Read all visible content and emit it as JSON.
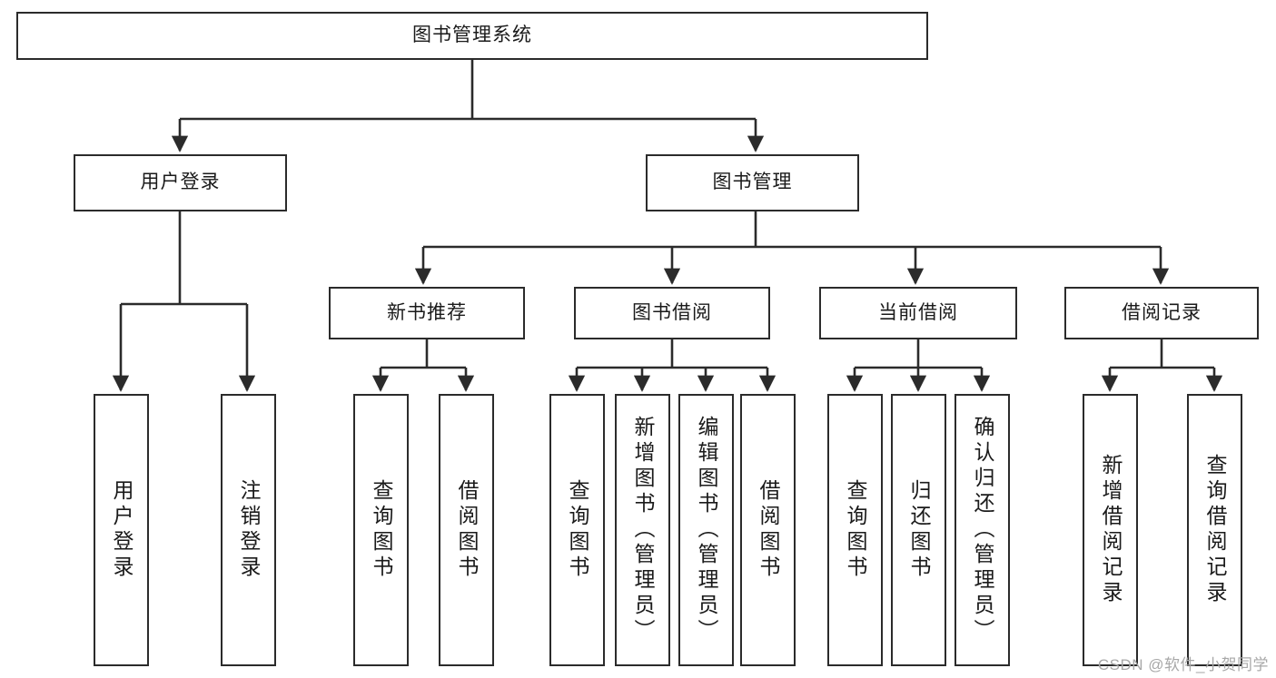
{
  "diagram": {
    "title": "图书管理系统",
    "type": "tree",
    "colors": {
      "box_border": "#2b2b2b",
      "box_fill": "#ffffff",
      "connector": "#2b2b2b",
      "text": "#1a1a1a",
      "watermark": "#a8a8a8",
      "background": "#ffffff"
    },
    "watermark": "CSDN @软件_小贺同学"
  },
  "nodes": {
    "root": {
      "label": "图书管理系统"
    },
    "level2": [
      {
        "id": "user-login",
        "label": "用户登录"
      },
      {
        "id": "book-manage",
        "label": "图书管理"
      }
    ],
    "level3": [
      {
        "id": "new-book-recommend",
        "label": "新书推荐"
      },
      {
        "id": "book-borrow",
        "label": "图书借阅"
      },
      {
        "id": "current-borrow",
        "label": "当前借阅"
      },
      {
        "id": "borrow-record",
        "label": "借阅记录"
      }
    ],
    "leaves": {
      "user_login": [
        {
          "id": "leaf-user-login",
          "label": "用户登录"
        },
        {
          "id": "leaf-logout-login",
          "label": "注销登录"
        }
      ],
      "new_book_recommend": [
        {
          "id": "leaf-query-book-1",
          "label": "查询图书"
        },
        {
          "id": "leaf-borrow-book-1",
          "label": "借阅图书"
        }
      ],
      "book_borrow": [
        {
          "id": "leaf-query-book-2",
          "label": "查询图书"
        },
        {
          "id": "leaf-add-book",
          "label": "新增图书（管理员）"
        },
        {
          "id": "leaf-edit-book",
          "label": "编辑图书（管理员）"
        },
        {
          "id": "leaf-borrow-book-2",
          "label": "借阅图书"
        }
      ],
      "current_borrow": [
        {
          "id": "leaf-query-book-3",
          "label": "查询图书"
        },
        {
          "id": "leaf-return-book",
          "label": "归还图书"
        },
        {
          "id": "leaf-confirm-return",
          "label": "确认归还（管理员）"
        }
      ],
      "borrow_record": [
        {
          "id": "leaf-add-record",
          "label": "新增借阅记录"
        },
        {
          "id": "leaf-query-record",
          "label": "查询借阅记录"
        }
      ]
    }
  }
}
